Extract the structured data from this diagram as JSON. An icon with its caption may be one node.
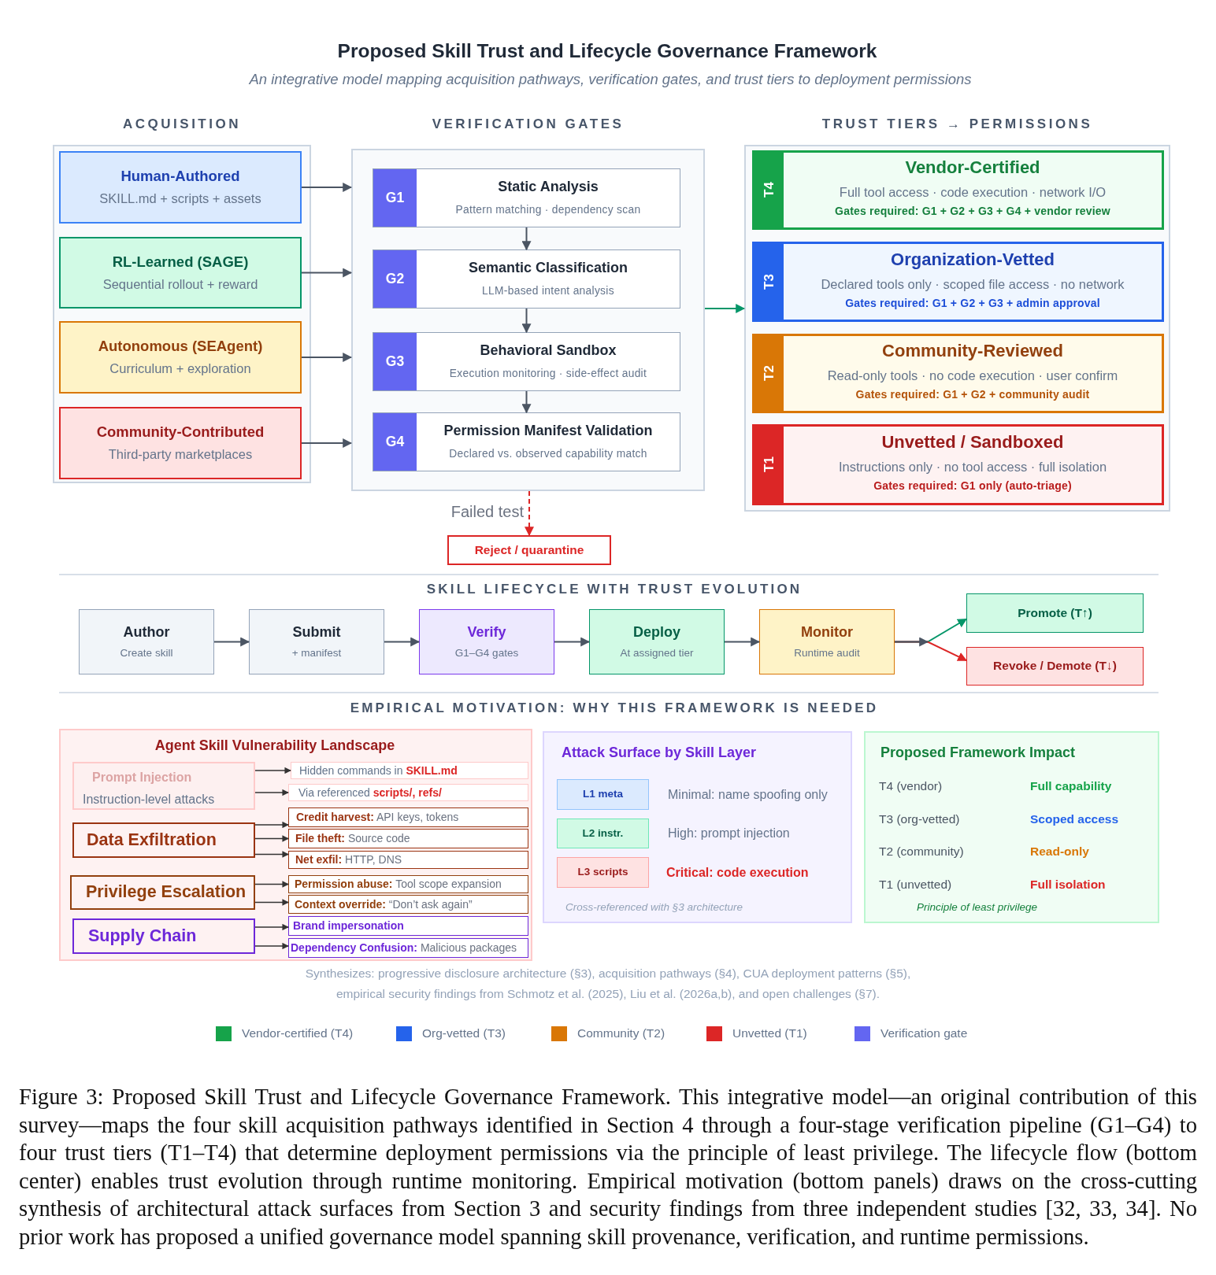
{
  "diagram": {
    "title": "Proposed Skill Trust and Lifecycle Governance Framework",
    "caption": "Figure 3: Proposed Skill Trust and Lifecycle Governance Framework. This integrative model—an original contribution of this survey—maps the four skill acquisition pathways identified in Section 4 through a four-stage verification pipeline (G1–G4) to four trust tiers (T1–T4) that determine deployment permissions via the principle of least privilege. The lifecycle flow (bottom center) enables trust evolution through runtime monitoring. Empirical motivation (bottom panels) draws on the cross-cutting synthesis of architectural attack surfaces from Section 3 and security findings from three independent studies [32, 33, 34]. No prior work has proposed a unified governance model spanning skill provenance, verification, and runtime permissions.",
    "nodes": [
      {
        "text": [
          "ACQUISITION"
        ]
      },
      {
        "text": [
          "Human-Authored",
          "SKILL.md + scripts + assets"
        ],
        "in": 0
      },
      {
        "text": [
          "RL-Learned (SAGE)",
          "Sequential rollout + reward"
        ],
        "in": 0
      },
      {
        "text": [
          "Autonomous (SEAgent)",
          "Curriculum + exploration"
        ],
        "in": 0
      },
      {
        "text": [
          "Community-Contributed",
          "Third-party marketplaces"
        ],
        "in": 0
      },
      {
        "text": [
          "VERIFICATION GATES"
        ]
      },
      {
        "text": [
          "G1",
          "Static Analysis",
          "Pattern matching · dependency scan"
        ],
        "in": 5
      },
      {
        "text": [
          "G2",
          "Semantic Classification",
          "LLM-based intent analysis"
        ],
        "in": 5
      },
      {
        "text": [
          "G3",
          "Behavioral Sandbox",
          "Execution monitoring · side-effect audit"
        ],
        "in": 5
      },
      {
        "text": [
          "G4",
          "Permission Manifest Validation",
          "Declared vs. observed capability match"
        ],
        "in": 5
      },
      {
        "text": [
          "TRUST TIERS → PERMISSIONS"
        ]
      },
      {
        "text": [
          "T4",
          "Vendor-Certified",
          "Full tool access · code execution · network I/O",
          "Gates required: G1 + G2 + G3 + G4 + vendor review"
        ],
        "in": 10
      },
      {
        "text": [
          "T3",
          "Organization-Vetted",
          "Declared tools only · scoped file access · no network",
          "Gates required: G1 + G2 + G3 + admin approval"
        ],
        "in": 10
      },
      {
        "text": [
          "T2",
          "Community-Reviewed",
          "Read-only tools · no code execution · user confirm",
          "Gates required: G1 + G2 + community audit"
        ],
        "in": 10
      },
      {
        "text": [
          "T1",
          "Unvetted / Sandboxed",
          "Instructions only · no tool access · full isolation",
          "Gates required: G1 only (auto-triage)"
        ],
        "in": 10
      },
      {
        "text": [
          "Reject / quarantine"
        ]
      },
      {
        "text": [
          "Author",
          "Create skill"
        ]
      },
      {
        "text": [
          "Submit",
          "+ manifest"
        ]
      },
      {
        "text": [
          "Verify",
          "G1–G4 gates"
        ]
      },
      {
        "text": [
          "Deploy",
          "At assigned tier"
        ]
      },
      {
        "text": [
          "Monitor",
          "Runtime audit"
        ]
      },
      {
        "text": [
          "Promote (T↑)"
        ]
      },
      {
        "text": [
          "Revoke / Demote (T↓)"
        ]
      },
      {
        "text": [
          "Agent Skill Vulnerability Landscape"
        ]
      },
      {
        "text": [
          "Prompt Injection",
          "Instruction-level attacks"
        ],
        "in": 23
      },
      {
        "text": [
          "Hidden commands in **SKILL.md**"
        ],
        "in": 23
      },
      {
        "text": [
          "Via referenced **scripts/, refs/**"
        ],
        "in": 23
      },
      {
        "text": [
          "Data Exfiltration"
        ],
        "in": 23
      },
      {
        "text": [
          "**Credit harvest:** API keys, tokens"
        ],
        "in": 23
      },
      {
        "text": [
          "**File theft:** Source code"
        ],
        "in": 23
      },
      {
        "text": [
          "**Net exfil:** HTTP, DNS"
        ],
        "in": 23
      },
      {
        "text": [
          "Privilege Escalation"
        ],
        "in": 23
      },
      {
        "text": [
          "**Permission abuse:** Tool scope expansion"
        ],
        "in": 23
      },
      {
        "text": [
          "**Context override:** “Don’t ask again”"
        ],
        "in": 23
      },
      {
        "text": [
          "Supply Chain"
        ],
        "in": 23
      },
      {
        "text": [
          "Brand impersonation"
        ],
        "in": 23
      },
      {
        "text": [
          "**Dependency Confusion:** Malicious packages"
        ],
        "in": 23
      },
      {
        "text": [
          "Attack Surface by Skill Layer",
          "Cross-referenced with §3 architecture"
        ]
      },
      {
        "text": [
          "L1 meta"
        ],
        "in": 37,
        "beside": [
          "Minimal: name spoofing only"
        ]
      },
      {
        "text": [
          "L2 instr."
        ],
        "in": 37,
        "beside": [
          "High: prompt injection"
        ]
      },
      {
        "text": [
          "L3 scripts"
        ],
        "in": 37,
        "beside": [
          "Critical: code execution"
        ]
      },
      {
        "text": [
          "Proposed Framework Impact",
          "T4 (vendor)",
          "Full capability",
          "T3 (org-vetted)",
          "Scoped access",
          "T2 (community)",
          "Read-only",
          "T1 (unvetted)",
          "Full isolation",
          "Principle of least privilege"
        ]
      }
    ],
    "edges": [
      {
        "from": 1,
        "to": 5,
        "arrow": "to"
      },
      {
        "from": 2,
        "to": 5,
        "arrow": "to"
      },
      {
        "from": 3,
        "to": 5,
        "arrow": "to"
      },
      {
        "from": 4,
        "to": 5,
        "arrow": "to"
      },
      {
        "from": 6,
        "to": 7,
        "arrow": "to"
      },
      {
        "from": 7,
        "to": 8,
        "arrow": "to"
      },
      {
        "from": 8,
        "to": 9,
        "arrow": "to"
      },
      {
        "from": 5,
        "to": 10,
        "arrow": "to",
        "color": "#059669"
      },
      {
        "from": 5,
        "to": 15,
        "arrow": "to",
        "label": "Failed test",
        "style": "dashed",
        "color": "#dc2626"
      },
      {
        "from": 16,
        "to": 17,
        "arrow": "to"
      },
      {
        "from": 17,
        "to": 18,
        "arrow": "to"
      },
      {
        "from": 18,
        "to": 19,
        "arrow": "to"
      },
      {
        "from": 19,
        "to": 20,
        "arrow": "to"
      },
      {
        "from": 20,
        "to": 21,
        "arrow": "to",
        "color": "#059669"
      },
      {
        "from": 20,
        "to": 22,
        "arrow": "to",
        "color": "#dc2626"
      },
      {
        "from": 24,
        "to": 25,
        "arrow": "to",
        "color": "#333333"
      },
      {
        "from": 24,
        "to": 26,
        "arrow": "to",
        "color": "#333333"
      },
      {
        "from": 27,
        "to": 28,
        "arrow": "to",
        "color": "#333333"
      },
      {
        "from": 27,
        "to": 29,
        "arrow": "to",
        "color": "#333333"
      },
      {
        "from": 27,
        "to": 30,
        "arrow": "to",
        "color": "#333333"
      },
      {
        "from": 31,
        "to": 32,
        "arrow": "to",
        "color": "#333333"
      },
      {
        "from": 31,
        "to": 33,
        "arrow": "to",
        "color": "#333333"
      },
      {
        "from": 34,
        "to": 35,
        "arrow": "to",
        "color": "#333333"
      },
      {
        "from": 34,
        "to": 36,
        "arrow": "to",
        "color": "#333333"
      }
    ],
    "labels": [
      "An integrative model mapping acquisition pathways, verification gates, and trust tiers to deployment permissions",
      "SKILL LIFECYCLE WITH TRUST EVOLUTION",
      "EMPIRICAL MOTIVATION: WHY THIS FRAMEWORK IS NEEDED",
      "Synthesizes: progressive disclosure architecture (§3), acquisition pathways (§4), CUA deployment patterns (§5), empirical security findings from Schmotz et al. (2025), Liu et al. (2026a,b), and open challenges (§7)."
    ],
    "legend": [
      {
        "text": "Vendor-certified (T4)",
        "color": "#16a34a"
      },
      {
        "text": "Org-vetted (T3)",
        "color": "#2563eb"
      },
      {
        "text": "Community (T2)",
        "color": "#d97706"
      },
      {
        "text": "Unvetted (T1)",
        "color": "#dc2626"
      },
      {
        "text": "Verification gate",
        "color": "#6366f1"
      }
    ]
  }
}
